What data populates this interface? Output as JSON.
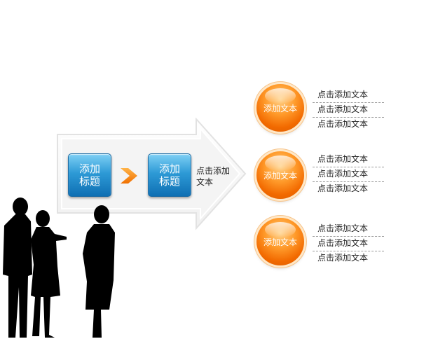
{
  "process": {
    "box1_label": "添加标题",
    "box2_label": "添加标题",
    "arrow_text": "点击添加文本"
  },
  "groups": [
    {
      "circle_label": "添加文本",
      "items": [
        "点击添加文本",
        "点击添加文本",
        "点击添加文本"
      ]
    },
    {
      "circle_label": "添加文本",
      "items": [
        "点击添加文本",
        "点击添加文本",
        "点击添加文本"
      ]
    },
    {
      "circle_label": "添加文本",
      "items": [
        "点击添加文本",
        "点击添加文本",
        "点击添加文本"
      ]
    }
  ],
  "colors": {
    "box_blue": "#2d9ad6",
    "orb_orange": "#f26a00",
    "chevron_orange": "#f58a1f",
    "arrow_fill": "#f3f3f3"
  },
  "icons": [
    "chevron-right-icon",
    "people-silhouette-icon"
  ]
}
